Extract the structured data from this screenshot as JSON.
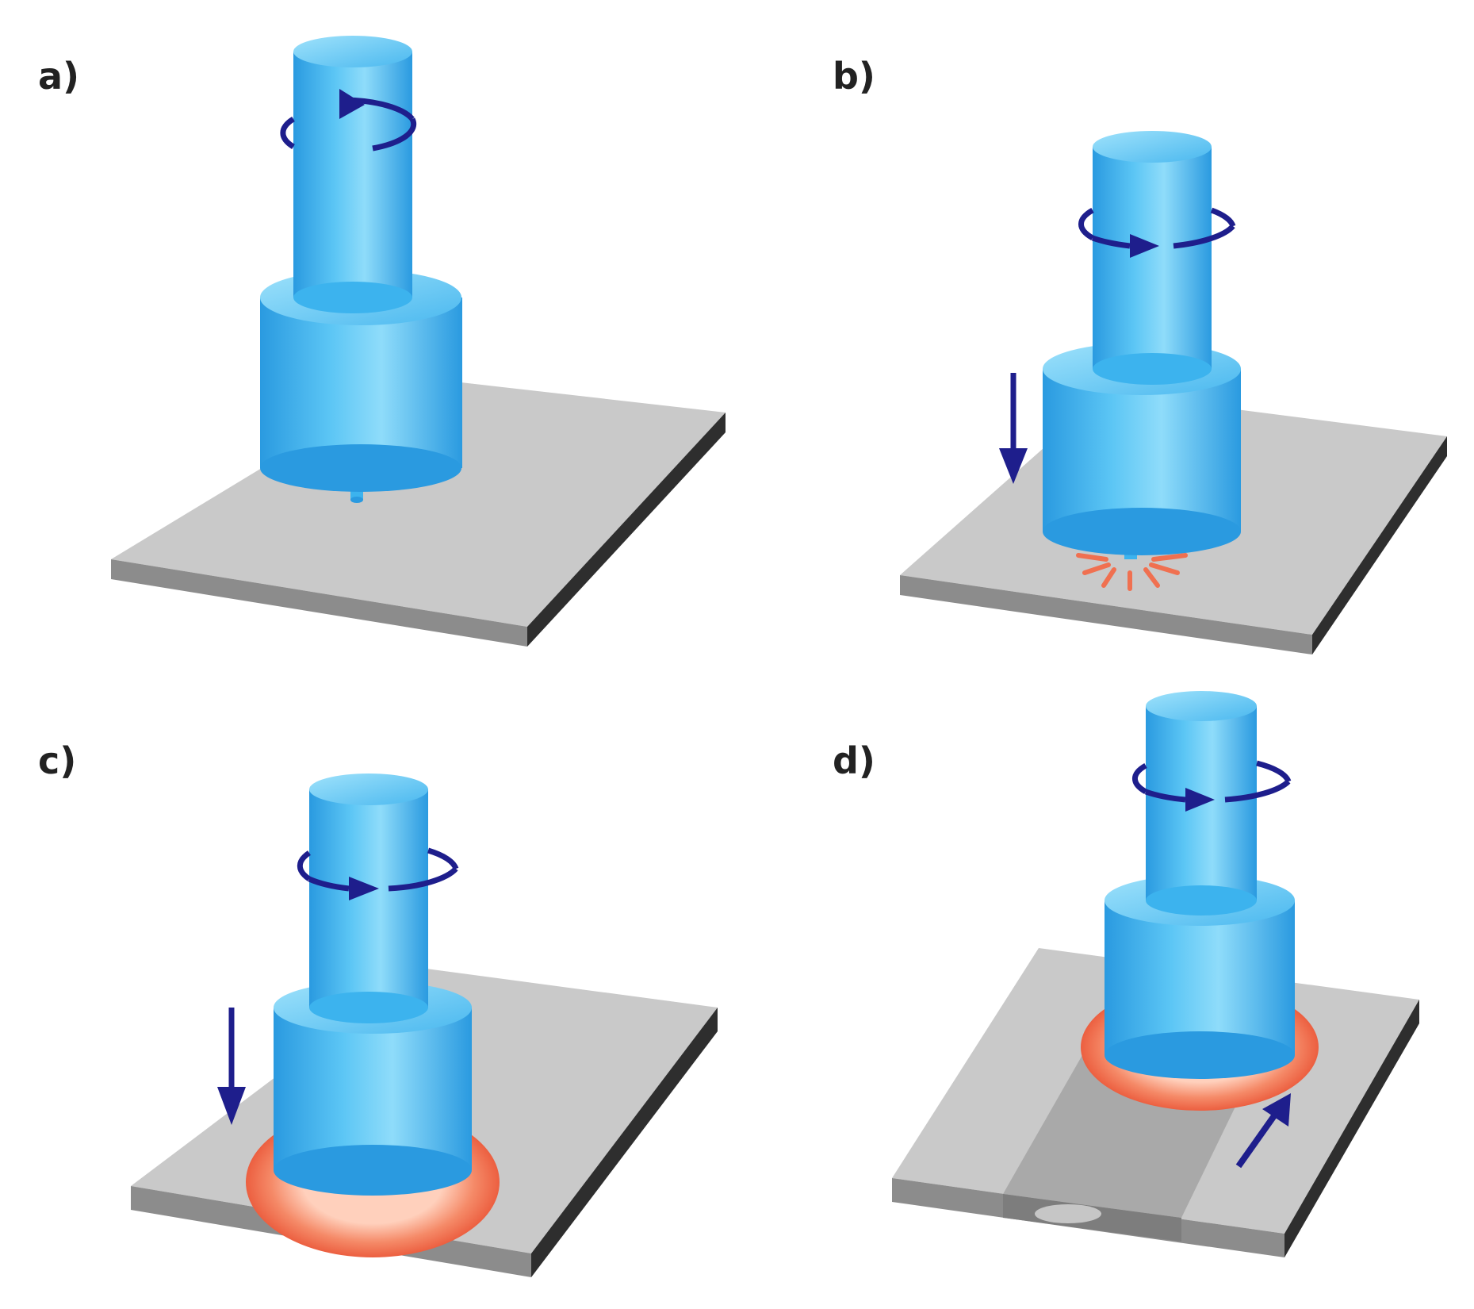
{
  "panels": [
    {
      "id": "a",
      "label": "a)"
    },
    {
      "id": "b",
      "label": "b)"
    },
    {
      "id": "c",
      "label": "c)"
    },
    {
      "id": "d",
      "label": "d)"
    }
  ],
  "colors": {
    "tool_light": "#7fd6f7",
    "tool_mid": "#3cb3ee",
    "tool_dark": "#1f8fd6",
    "plate_top": "#c9c9c9",
    "plate_front": "#8c8c8c",
    "plate_side": "#2e2e2e",
    "arrow": "#1e1e8c",
    "heat": "#f07050",
    "heat_light": "#ffc8b0"
  },
  "icons": [
    "rotation-arrow-icon",
    "plunge-arrow-icon",
    "traverse-arrow-icon",
    "heat-spark-icon"
  ]
}
